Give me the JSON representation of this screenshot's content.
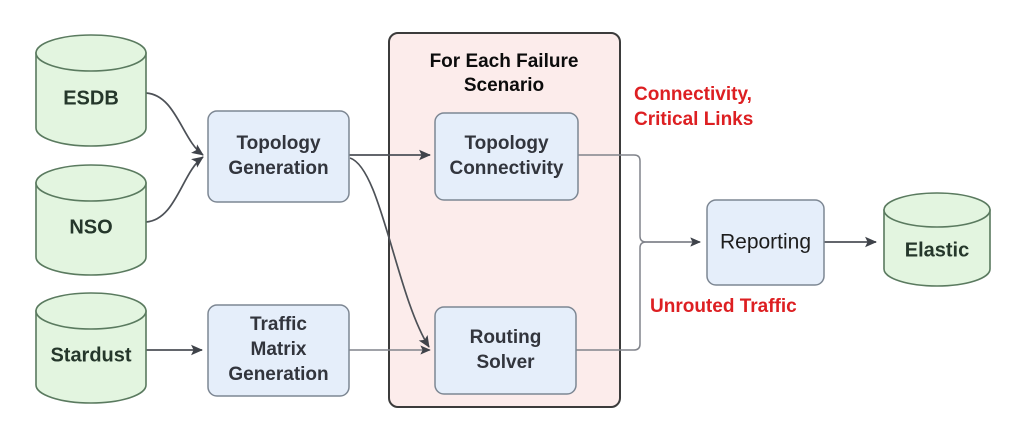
{
  "diagram": {
    "title": "Network Failure Scenario Analysis Pipeline",
    "colors": {
      "cylinder_fill": "#e3f5e0",
      "cylinder_stroke": "#5a7a5f",
      "process_fill": "#e5eefa",
      "process_stroke": "#7d8793",
      "group_fill": "#fceceb",
      "group_stroke": "#3b3b3b",
      "edge_stroke": "#4d5157",
      "annotation_text": "#dd1f22"
    },
    "sources": [
      {
        "id": "esdb",
        "label": "ESDB",
        "shape": "cylinder"
      },
      {
        "id": "nso",
        "label": "NSO",
        "shape": "cylinder"
      },
      {
        "id": "stardust",
        "label": "Stardust",
        "shape": "cylinder"
      }
    ],
    "processes": [
      {
        "id": "topology-generation",
        "label_lines": [
          "Topology",
          "Generation"
        ],
        "shape": "process"
      },
      {
        "id": "traffic-matrix-generation",
        "label_lines": [
          "Traffic",
          "Matrix",
          "Generation"
        ],
        "shape": "process"
      },
      {
        "id": "topology-connectivity",
        "label_lines": [
          "Topology",
          "Connectivity"
        ],
        "shape": "process"
      },
      {
        "id": "routing-solver",
        "label_lines": [
          "Routing",
          "Solver"
        ],
        "shape": "process"
      },
      {
        "id": "reporting",
        "label_lines": [
          "Reporting"
        ],
        "shape": "process"
      }
    ],
    "sinks": [
      {
        "id": "elastic",
        "label": "Elastic",
        "shape": "cylinder"
      }
    ],
    "group": {
      "id": "for-each-failure-scenario",
      "title_lines": [
        "For Each Failure",
        "Scenario"
      ]
    },
    "annotations": [
      {
        "id": "connectivity-critical-links",
        "lines": [
          "Connectivity,",
          "Critical Links"
        ]
      },
      {
        "id": "unrouted-traffic",
        "lines": [
          "Unrouted Traffic"
        ]
      }
    ],
    "text": {
      "esdb": "ESDB",
      "nso": "NSO",
      "stardust": "Stardust",
      "elastic": "Elastic",
      "topology_gen_1": "Topology",
      "topology_gen_2": "Generation",
      "traffic_1": "Traffic",
      "traffic_2": "Matrix",
      "traffic_3": "Generation",
      "topo_conn_1": "Topology",
      "topo_conn_2": "Connectivity",
      "routing_1": "Routing",
      "routing_2": "Solver",
      "reporting": "Reporting",
      "group_1": "For Each Failure",
      "group_2": "Scenario",
      "annot_a_1": "Connectivity,",
      "annot_a_2": "Critical Links",
      "annot_b_1": "Unrouted Traffic"
    }
  }
}
